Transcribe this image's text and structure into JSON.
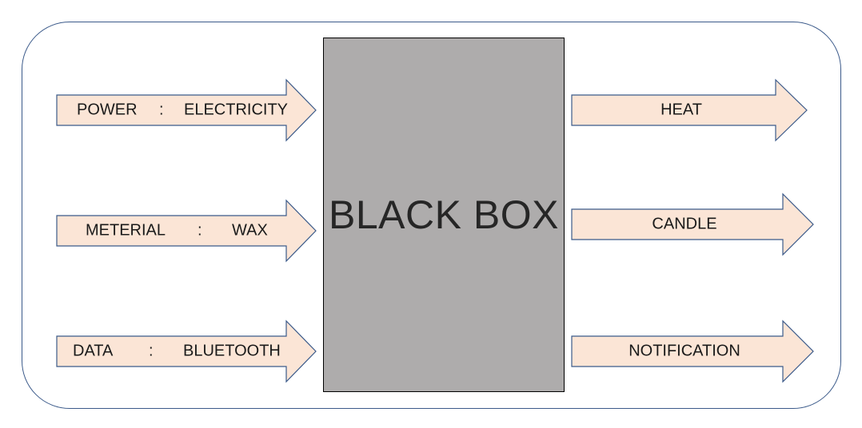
{
  "diagram": {
    "center": {
      "label": "BLACK BOX"
    },
    "inputs": [
      {
        "name": "POWER",
        "separator": ":",
        "value": "ELECTRICITY"
      },
      {
        "name": "METERIAL",
        "separator": ":",
        "value": "WAX"
      },
      {
        "name": "DATA",
        "separator": ":",
        "value": "BLUETOOTH"
      }
    ],
    "outputs": [
      {
        "label": "HEAT"
      },
      {
        "label": "CANDLE"
      },
      {
        "label": "NOTIFICATION"
      }
    ],
    "colors": {
      "arrow_fill": "#fbe5d6",
      "arrow_stroke": "#3b5a8a",
      "box_fill": "#aeacac",
      "frame_stroke": "#3b5a8a"
    }
  }
}
